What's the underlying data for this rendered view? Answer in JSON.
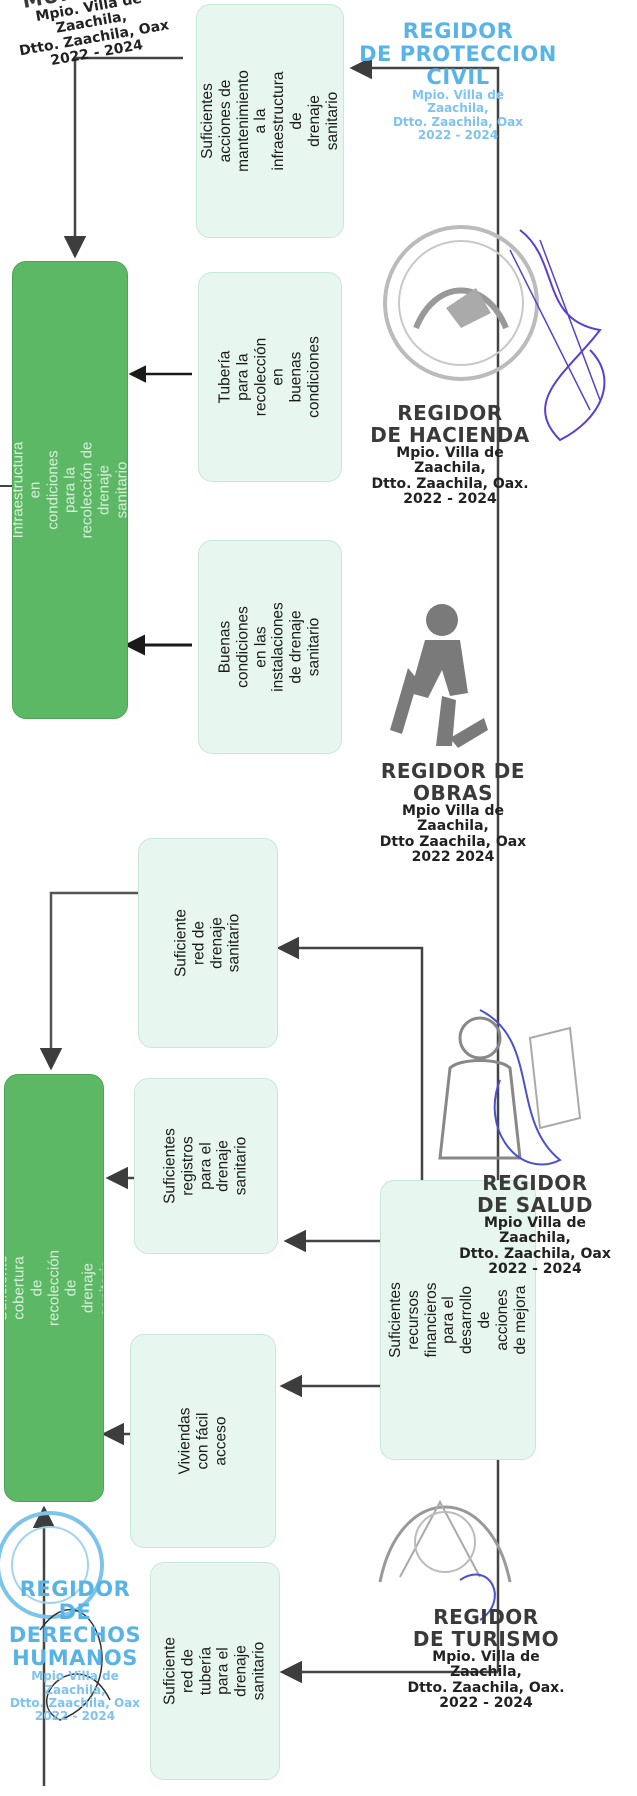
{
  "diagram": {
    "boxes": {
      "mantenimiento": "Suficientes acciones de\nmantenimiento a la\ninfraestructura de\ndrenaje sanitario",
      "infraestructura": "Infraestructura en condiciones para la\nrecolección de drenaje sanitario",
      "tuberia": "Tubería para la\nrecolección en\nbuenas condiciones",
      "instalaciones": "Buenas condiciones\nen las instalaciones\nde drenaje sanitario",
      "red": "Suficiente red de\ndrenaje sanitario",
      "registros": "Suficientes registros\npara el drenaje\nsanitario",
      "cobertura": "Suficiente cobertura de recolección de\ndrenaje sanitario",
      "viviendas": "Viviendas con fácil\nacceso",
      "recursos": "Suficientes recursos\nfinancieros para el desarrollo\nde acciones de mejora",
      "tuberia_red": "Suficiente red de\ntubería para el\ndrenaje sanitario"
    }
  },
  "stamps": {
    "proteccion_civil": {
      "title": "REGIDOR\nDE PROTECCION\nCIVIL",
      "place": "Mpio. Villa de\nZaachila,\nDtto. Zaachila, Oax\n2022 - 2024"
    },
    "hacienda": {
      "title": "REGIDOR\nDE HACIENDA",
      "place": "Mpio. Villa de\nZaachila,\nDtto. Zaachila, Oax.\n2022 - 2024"
    },
    "obras": {
      "title": "REGIDOR DE\nOBRAS",
      "place": "Mpio Villa de\nZaachila,\nDtto Zaachila, Oax\n2022 2024"
    },
    "salud": {
      "title": "REGIDOR\nDE SALUD",
      "place": "Mpio Villa de\nZaachila,\nDtto. Zaachila, Oax\n2022 - 2024"
    },
    "turismo": {
      "title": "REGIDOR\nDE TURISMO",
      "place": "Mpio. Villa de\nZaachila,\nDtto. Zaachila, Oax.\n2022 - 2024"
    },
    "derechos_humanos": {
      "title": "REGIDOR DE\nDERECHOS\nHUMANOS",
      "place": "Mpio Villa de\nZaachila,\nDtto. Zaachila, Oax\n2022 - 2024"
    },
    "municipal": {
      "title": "MUNICIPAL",
      "place": "Mpio. Villa de\nZaachila,\nDtto. Zaachila, Oax\n2022 - 2024"
    }
  }
}
